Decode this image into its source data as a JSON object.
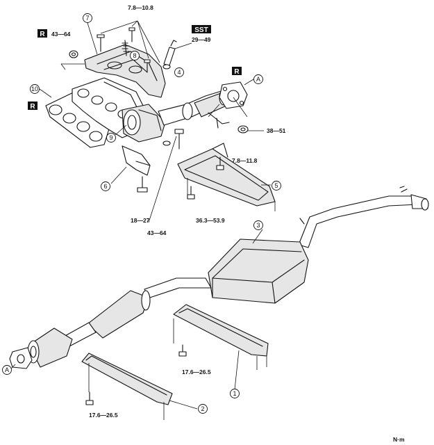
{
  "torque_labels": {
    "t_7_8_10_8": "7.8—10.8",
    "t_43_64_top": "43—64",
    "t_29_49": "29—49",
    "t_38_51": "38—51",
    "t_7_8_11_8": "7.8—11.8",
    "t_18_27": "18—27",
    "t_36_3_53_9": "36.3—53.9",
    "t_43_64_bottom": "43—64",
    "t_17_6_26_5_a": "17.6—26.5",
    "t_17_6_26_5_b": "17.6—26.5"
  },
  "callouts": {
    "c1": "1",
    "c2": "2",
    "c3": "3",
    "c4": "4",
    "c5": "5",
    "c6": "6",
    "c7": "7",
    "c8": "8",
    "c9": "9",
    "c10": "10",
    "cA_top": "A",
    "cA_bottom": "A"
  },
  "badges": {
    "r_top_left": "R",
    "r_left": "R",
    "r_right": "R",
    "sst": "SST"
  },
  "unit": "N·m"
}
